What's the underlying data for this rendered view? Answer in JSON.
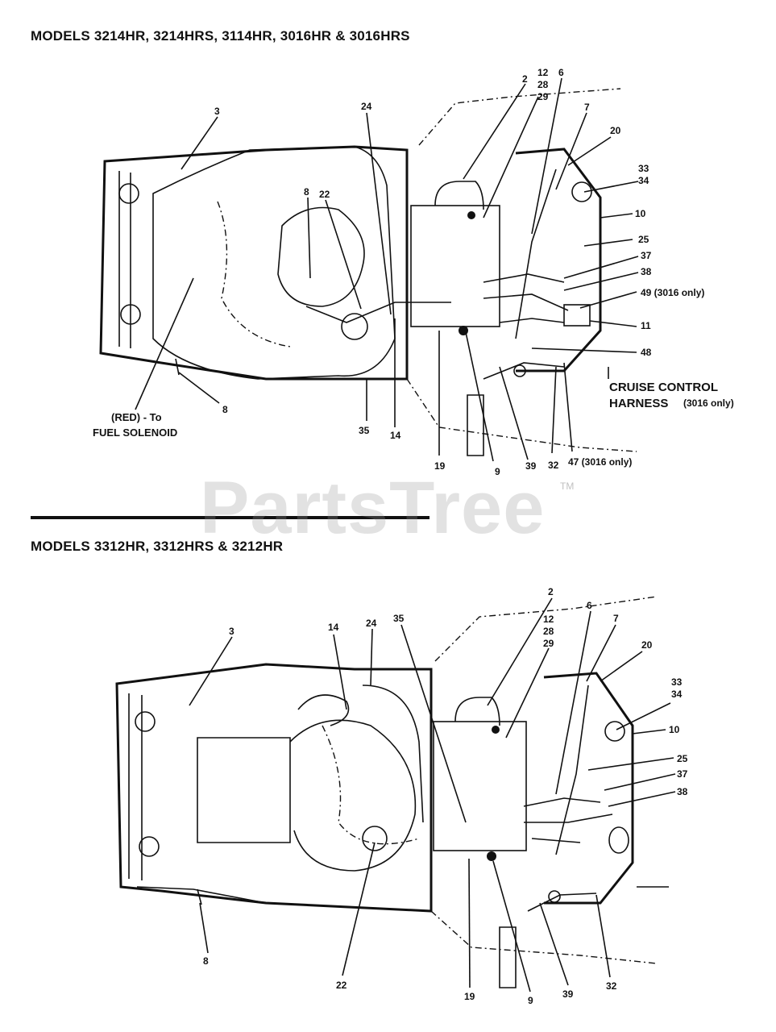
{
  "top_section": {
    "title": "MODELS 3214HR, 3214HRS, 3114HR, 3016HR & 3016HRS",
    "callouts": {
      "c2": "2",
      "c12": "12",
      "c28": "28",
      "c29": "29",
      "c6": "6",
      "c7": "7",
      "c20": "20",
      "c33": "33",
      "c34": "34",
      "c10": "10",
      "c25": "25",
      "c37": "37",
      "c38": "38",
      "c49": "49 (3016 only)",
      "c11": "11",
      "c48": "48",
      "c3": "3",
      "c24": "24",
      "c8a": "8",
      "c22": "22",
      "c8b": "8",
      "c35": "35",
      "c14": "14",
      "c19": "19",
      "c9": "9",
      "c39": "39",
      "c32": "32",
      "c47": "47 (3016 only)"
    },
    "notes": {
      "red_line1": "(RED) - To",
      "red_line2": "FUEL SOLENOID",
      "cruise_line1": "CRUISE CONTROL",
      "cruise_line2": "HARNESS",
      "cruise_suffix": "(3016 only)"
    }
  },
  "bottom_section": {
    "title": "MODELS 3312HR, 3312HRS & 3212HR",
    "callouts": {
      "c3": "3",
      "c14": "14",
      "c24": "24",
      "c35": "35",
      "c2": "2",
      "c6": "6",
      "c12": "12",
      "c28": "28",
      "c29": "29",
      "c7": "7",
      "c20": "20",
      "c33": "33",
      "c34": "34",
      "c10": "10",
      "c25": "25",
      "c37": "37",
      "c38": "38",
      "c8": "8",
      "c22": "22",
      "c19": "19",
      "c9": "9",
      "c39": "39",
      "c32": "32"
    }
  },
  "watermark": {
    "text": "PartsTree",
    "tm": "TM"
  }
}
